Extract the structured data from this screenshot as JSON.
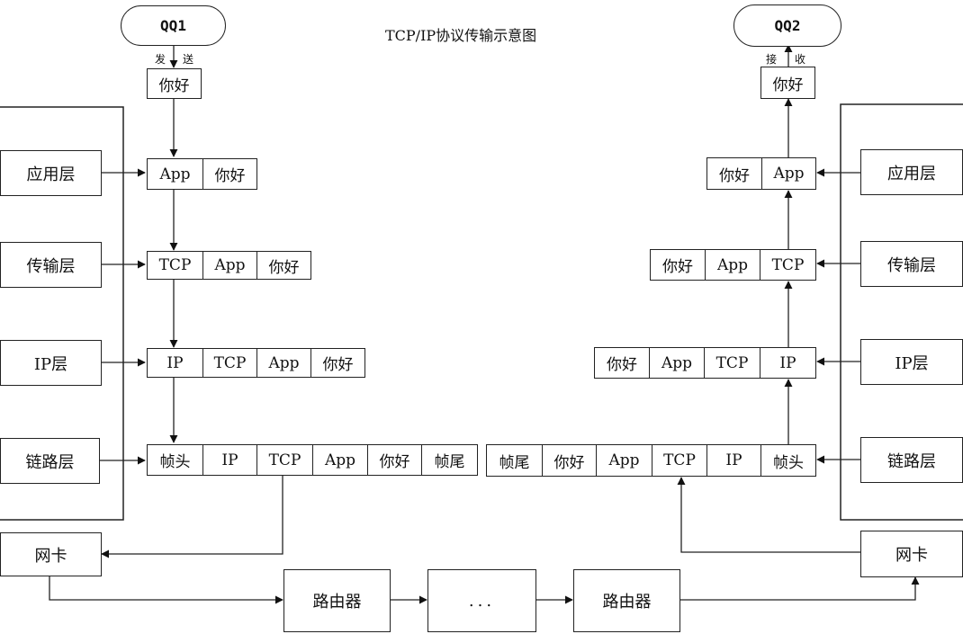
{
  "diagram": {
    "title": "TCP/IP协议传输示意图",
    "sender": {
      "name": "QQ1",
      "action_left": "发",
      "action_right": "送",
      "message": "你好"
    },
    "receiver": {
      "name": "QQ2",
      "action_left": "接",
      "action_right": "收",
      "message": "你好"
    },
    "left_layers": [
      "应用层",
      "传输层",
      "IP层",
      "链路层"
    ],
    "right_layers": [
      "应用层",
      "传输层",
      "IP层",
      "链路层"
    ],
    "left_packets": [
      [
        "App",
        "你好"
      ],
      [
        "TCP",
        "App",
        "你好"
      ],
      [
        "IP",
        "TCP",
        "App",
        "你好"
      ],
      [
        "帧头",
        "IP",
        "TCP",
        "App",
        "你好",
        "帧尾"
      ]
    ],
    "right_packets": [
      [
        "你好",
        "App"
      ],
      [
        "你好",
        "App",
        "TCP"
      ],
      [
        "你好",
        "App",
        "TCP",
        "IP"
      ],
      [
        "帧尾",
        "你好",
        "App",
        "TCP",
        "IP",
        "帧头"
      ]
    ],
    "left_nic": "网卡",
    "right_nic": "网卡",
    "network": [
      "路由器",
      "...",
      "路由器"
    ]
  }
}
